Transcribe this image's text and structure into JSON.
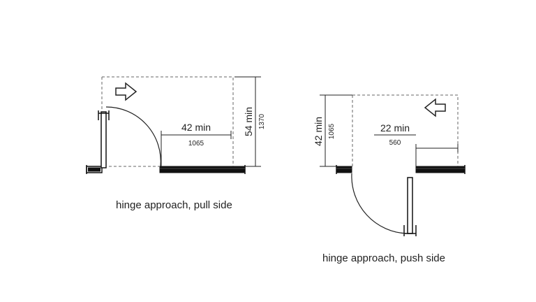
{
  "diagrams": [
    {
      "caption": "hinge approach, pull side",
      "width_dim": {
        "imperial": "42 min",
        "metric": "1065"
      },
      "depth_dim": {
        "imperial": "54 min",
        "metric": "1370"
      },
      "arrow_direction": "right"
    },
    {
      "caption": "hinge approach, push side",
      "width_dim": {
        "imperial": "22 min",
        "metric": "560"
      },
      "depth_dim": {
        "imperial": "42 min",
        "metric": "1065"
      },
      "arrow_direction": "left"
    }
  ],
  "colors": {
    "line": "#222222",
    "wall": "#111111",
    "background": "#ffffff"
  }
}
